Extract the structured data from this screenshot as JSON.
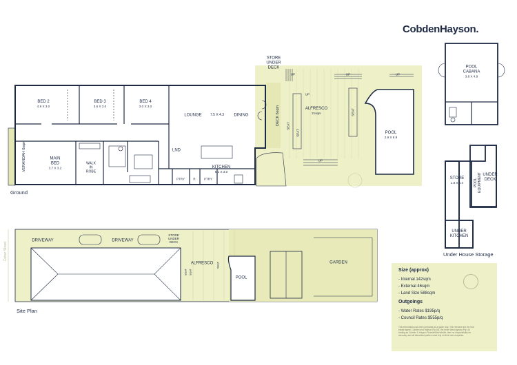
{
  "brand": {
    "name": "CobdenHayson."
  },
  "ground": {
    "caption": "Ground",
    "rooms": {
      "bed2": {
        "name": "BED 2",
        "dim": "4.9 X 3.0"
      },
      "bed3": {
        "name": "BED 3",
        "dim": "3.6 X 3.0"
      },
      "bed4": {
        "name": "BED 4",
        "dim": "3.0 X 3.0"
      },
      "main_bed": {
        "name": "MAIN\nBED",
        "dim": "3.7 X 3.2"
      },
      "walk_in_robe": {
        "name": "WALK\nIN\nROBE"
      },
      "lounge": {
        "name": "LOUNGE"
      },
      "lounge_dim": {
        "dim": "7.5 X 4.3"
      },
      "dining": {
        "name": "DINING"
      },
      "kitchen": {
        "name": "KITCHEN",
        "dim": "5.1 X 3.0"
      },
      "lnd": {
        "name": "LND"
      },
      "ptry1": {
        "name": "PTRY"
      },
      "ptry2": {
        "name": "PTRY"
      },
      "fridge": {
        "name": "R"
      },
      "deck": {
        "name": "DECK 6sqm"
      },
      "verandah": {
        "name": "VERANDAH 6sqm"
      },
      "store_under_deck": {
        "name": "STORE\nUNDER\nDECK"
      },
      "alfresco": {
        "name": "ALFRESCO",
        "dim": "21sqm"
      },
      "pool": {
        "name": "POOL",
        "dim": "2.9 X 6.9"
      },
      "seat1": {
        "name": "SEAT"
      },
      "seat2": {
        "name": "SEAT"
      },
      "seat3": {
        "name": "SEAT"
      },
      "up_labels": [
        "UP",
        "UP",
        "UP",
        "UP",
        "UP"
      ]
    }
  },
  "cabana": {
    "name": "POOL\nCABANA",
    "dim": "3.8 X 4.9"
  },
  "under_house": {
    "caption": "Under House Storage",
    "store": {
      "name": "STORE",
      "dim": "1.8 X 5.4"
    },
    "pool_equipment": {
      "name": "POOL\nEQUIPMENT"
    },
    "under_deck": {
      "name": "UNDER\nDECK"
    },
    "under_kitchen": {
      "name": "UNDER\nKITCHEN"
    }
  },
  "site_plan": {
    "caption": "Site Plan",
    "street": "Cobar Street",
    "driveway1": "DRIVEWAY",
    "driveway2": "DRIVEWAY",
    "store_under_deck": "STORE\nUNDER\nDECK",
    "alfresco": "ALFRESCO",
    "pool": "POOL",
    "garden": "GARDEN",
    "seat_labels": [
      "SEAT",
      "SEAT",
      "SEAT"
    ]
  },
  "info": {
    "size_heading": "Size (approx)",
    "size_items": [
      "- Internal 142sqm",
      "- External 46sqm",
      "- Land Size 588sqm"
    ],
    "outgoings_heading": "Outgoings",
    "outgoings_items": [
      "- Water Rates $195p/q",
      "- Council Rates $555p/q"
    ],
    "fine_print": "This information has been prepared as a guide only. The relevant and the real estate agent, Cobden and Hayson Pty Ltd, the Inner West Agency Pty Ltd trading as Cobden & Hayson Rozelle/Marrickville, take no responsibility for accuracy and all interested parties must rely on their own enquiries."
  },
  "colors": {
    "wall": "#1e2a44",
    "outdoor": "#eef0c8",
    "pool": "#ffffff"
  }
}
